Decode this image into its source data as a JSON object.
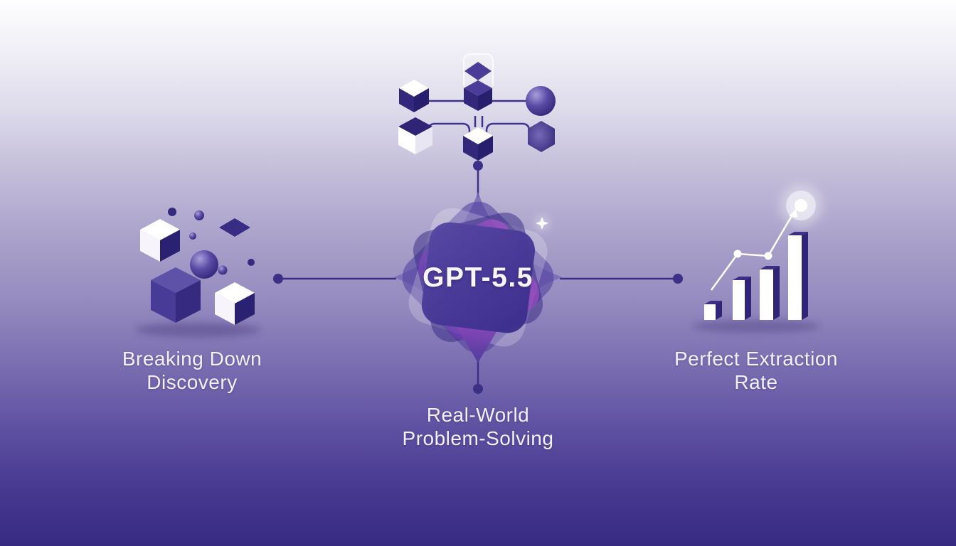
{
  "title": {
    "center": "GPT-5.5"
  },
  "labels": {
    "left": [
      "Breaking Down",
      "Discovery"
    ],
    "bottom": [
      "Real-World",
      "Problem-Solving"
    ],
    "right": [
      "Perfect Extraction",
      "Rate"
    ]
  },
  "icons": {
    "top": "network-of-cubes-and-spheres-icon",
    "left": "scattered-3d-cubes-icon",
    "right": "rising-bar-chart-with-trend-arrow-icon",
    "center": "layered-star-badge-icon"
  },
  "colors": {
    "background_top": "#fdfdfe",
    "background_mid": "#a49cc8",
    "background_bottom": "#372a82",
    "cube_dark": "#2f2376",
    "cube_medium": "#5c4fa5",
    "cube_white": "#ffffff",
    "connector": "#3b2f86",
    "magenta_accent": "#b44fd0",
    "label_text": "#f2f0f8",
    "chart_line": "#ffffff"
  }
}
